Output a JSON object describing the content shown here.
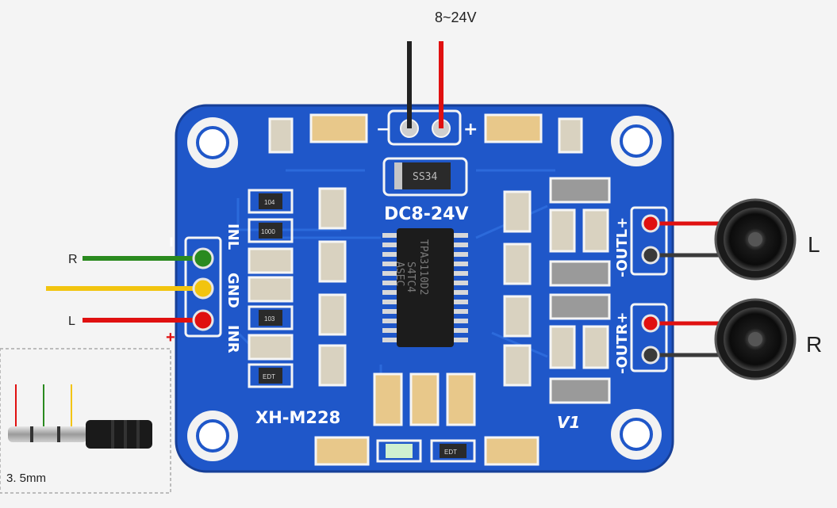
{
  "supply": {
    "voltage_label": "8~24V",
    "minus": "−",
    "plus": "+"
  },
  "board": {
    "model": "XH-M228",
    "power_label": "DC8-24V",
    "version": "V1",
    "ic_text": [
      "TPA3110D2",
      "S4TC4",
      "ASEC"
    ],
    "diode_text": "SS34",
    "input_header": [
      "INL",
      "GND",
      "INR"
    ],
    "input_marks": {
      "top": "I",
      "bottom": "+"
    },
    "out_left": "-OUTL+",
    "out_right": "-OUTR+",
    "resistor_codes": [
      "104",
      "1000",
      "103",
      "EDT",
      "EDT"
    ]
  },
  "inputs": {
    "r_label": "R",
    "l_label": "L"
  },
  "speakers": {
    "left": "L",
    "right": "R"
  },
  "jack": {
    "label": "3. 5mm"
  },
  "colors": {
    "pcb": "#1f57c9",
    "trace": "#1a4db8",
    "red": "#e01010",
    "green": "#2a8a1f",
    "yellow": "#f2c40f",
    "black": "#222222",
    "gray_wire": "#3a3a3a"
  }
}
